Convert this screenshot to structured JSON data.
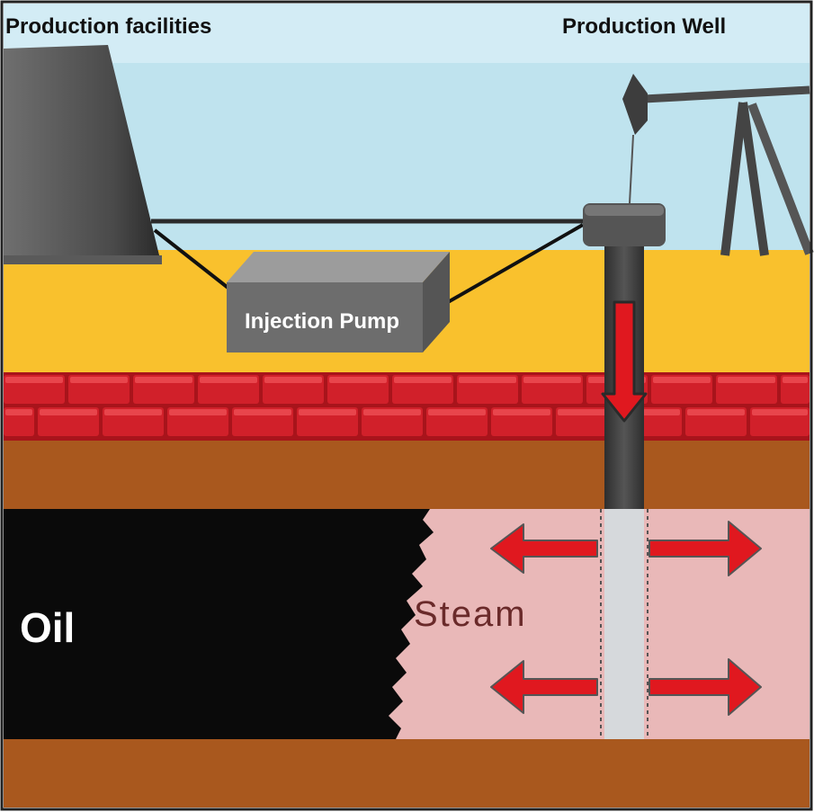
{
  "labels": {
    "production_facilities": "Production facilities",
    "production_well": "Production Well",
    "injection_pump": "Injection Pump",
    "oil": "Oil",
    "steam": "Steam"
  },
  "colors": {
    "sky": "#bfe3ee",
    "sky_band": "#d3ecf5",
    "ground_yellow": "#f9c12d",
    "brick_red": "#d1202a",
    "mortar": "#a8141b",
    "soil_brown": "#a9581e",
    "oil_black": "#0a0a0a",
    "steam_pink": "#e9b8b8",
    "pump_gray": "#6d6d6d",
    "arrow_red": "#e0181f",
    "pipe_dark": "#3d3d3d",
    "pipe_light": "#d6d9dc"
  }
}
